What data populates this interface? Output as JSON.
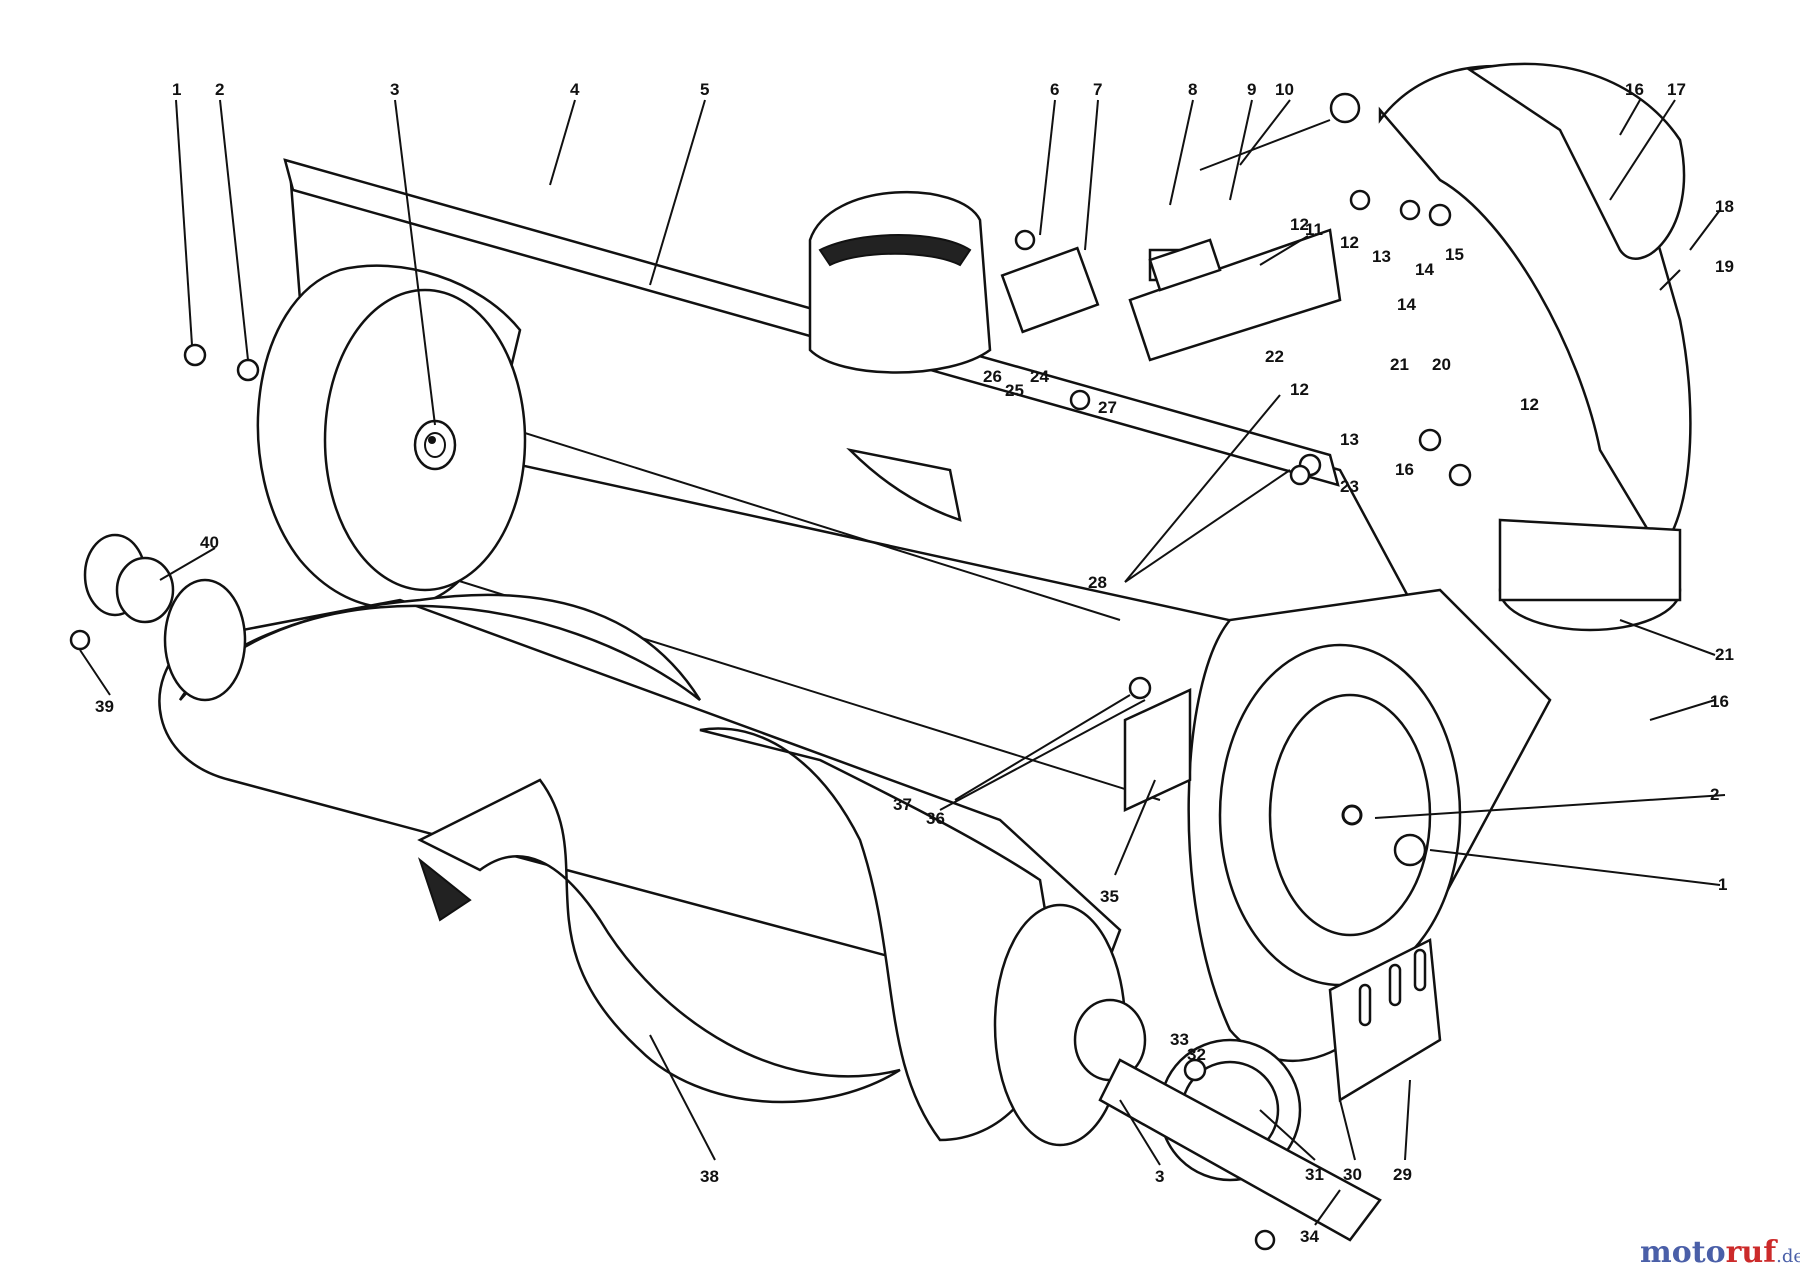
{
  "diagram": {
    "part_labels": [
      "1",
      "2",
      "3",
      "4",
      "5",
      "6",
      "7",
      "8",
      "9",
      "10",
      "11",
      "12",
      "12",
      "12",
      "12",
      "13",
      "13",
      "14",
      "14",
      "15",
      "16",
      "16",
      "16",
      "17",
      "18",
      "19",
      "20",
      "21",
      "21",
      "22",
      "23",
      "24",
      "25",
      "26",
      "27",
      "28",
      "29",
      "30",
      "31",
      "32",
      "33",
      "34",
      "35",
      "36",
      "37",
      "38",
      "39",
      "40",
      "2",
      "1",
      "3"
    ],
    "watermark": {
      "brand_blue": "moto",
      "brand_red": "ruf",
      "suffix": ".de"
    }
  },
  "colors": {
    "ink": "#111111",
    "paper": "#ffffff",
    "watermark_blue": "#4a5fa8",
    "watermark_red": "#cc2a2a"
  }
}
